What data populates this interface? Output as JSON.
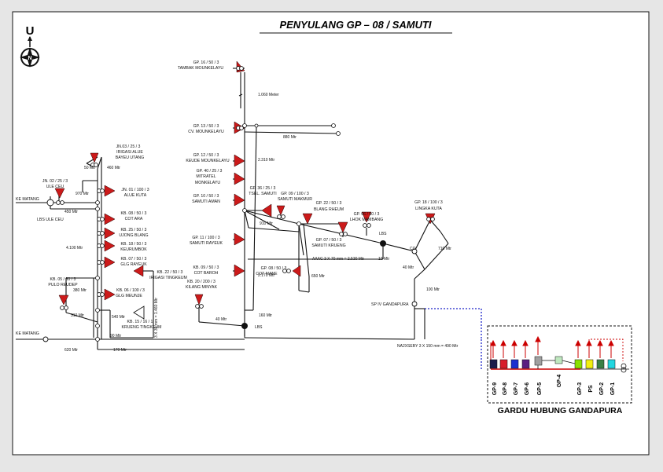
{
  "title": "PENYULANG GP – 08 / SAMUTI",
  "compass": {
    "letter": "U",
    "inner_letter": "N"
  },
  "feeder_labels": [
    {
      "id": "tambak",
      "line1": "GP. 16 / 50 / 3",
      "line2": "TAMBAK MOUNKELAYU"
    },
    {
      "id": "cv",
      "line1": "GP. 13 / 50 / 3",
      "line2": "CV. MOUNKELAYU"
    },
    {
      "id": "keude",
      "line1": "GP. 12 / 50 / 3",
      "line2": "KEUDE MOUNKELAYU"
    },
    {
      "id": "mitratel",
      "line1": "GP. 40 / 25 / 3",
      "line2": "MITRATEL",
      "line3": "MONKELAYU"
    },
    {
      "id": "samuti_aman",
      "line1": "GP. 10 / 50 / 3",
      "line2": "SAMUTI AMAN"
    },
    {
      "id": "samuti_rayeuk",
      "line1": "GP. 11 / 100 / 3",
      "line2": "SAMUTI RAYEUK"
    },
    {
      "id": "cot_baroh",
      "line1": "KB. 09 / 50 / 3",
      "line2": "COT BAROH"
    },
    {
      "id": "kilang",
      "line1": "KB. 20 / 200 / 3",
      "line2": "KILANG MINYAK"
    },
    {
      "id": "tsel",
      "line1": "GP. 36 / 25 / 3",
      "line2": "TSEL. SAMUTI"
    },
    {
      "id": "makmur",
      "line1": "GP. 09 / 100 / 3",
      "line2": "SAMUTI MAKMUR"
    },
    {
      "id": "blang_rheum",
      "line1": "GP. 22 / 50 / 3",
      "line2": "BLANG RHEUM"
    },
    {
      "id": "lhok",
      "line1": "GP. 06 / 50 / 3",
      "line2": "LHOK MAMBANG"
    },
    {
      "id": "krueng",
      "line1": "GP. 07 / 50 / 3",
      "line2": "SAMUTI KRUENG"
    },
    {
      "id": "cot_mane",
      "line1": "GP. 08 / 50 / 3",
      "line2": "COT MANE"
    },
    {
      "id": "lingka",
      "line1": "GP. 18 / 100 / 3",
      "line2": "LINGKA KUTA"
    },
    {
      "id": "irigasi",
      "line1": "JN.03 / 25 / 3",
      "line2": "IRIGASI ALUE",
      "line3": "BAYEU UTANG"
    },
    {
      "id": "ule_ceu",
      "line1": "JN. 02 / 25 / 3",
      "line2": "ULE CEU"
    },
    {
      "id": "alue_kuta",
      "line1": "JN. 01 / 100 / 3",
      "line2": "ALUE KUTA"
    },
    {
      "id": "cot_ara",
      "line1": "KB. 08 / 50 / 3",
      "line2": "COT ARA"
    },
    {
      "id": "ujong_blang",
      "line1": "KB. 25 / 50 / 3",
      "line2": "UJONG BLANG"
    },
    {
      "id": "keurumbok",
      "line1": "KB. 18 / 50 / 3",
      "line2": "KEURUMBOK"
    },
    {
      "id": "glg_rayeuk",
      "line1": "KB. 07 / 50 / 3",
      "line2": "GLG RAYEUK"
    },
    {
      "id": "pulo",
      "line1": "KB. 05 / 50 / 3",
      "line2": "PULO REUDEP"
    },
    {
      "id": "glg_meunje",
      "line1": "KB. 06 / 100 / 3",
      "line2": "GLG MEUNJE"
    },
    {
      "id": "irigasi_ting",
      "line1": "KB. 22 / 50 / 3",
      "line2": "IRIGASI TINGKEUM"
    },
    {
      "id": "krueng_ting",
      "line1": "KB. 15 / 16 / 1",
      "line2": "KRUENG TINGKEUM"
    }
  ],
  "distances": {
    "d1060": "1.060 Meter",
    "d880": "880 Mtr",
    "d2310": "2.310 Mtr",
    "d910": "910 Mtr",
    "d2170": "2.170 Mtr",
    "d650": "650 Mtr",
    "d160": "160 Mtr",
    "d40": "40 Mtr",
    "d10": "10 Mtr",
    "d710": "710 Mtr",
    "d40b": "40 Mtr",
    "d100": "100 Mtr",
    "d50": "50 Mtr",
    "d460": "460 Mtr",
    "d970": "970 Mtr",
    "d450": "450 Mtr",
    "d4100": "4.100 Mtr",
    "d380": "380 Mtr",
    "d310": "310 Mtr",
    "d540": "540 Mtr",
    "d90": "90 Mtr",
    "d620": "620 Mtr",
    "d170": "170 Mtr"
  },
  "annotations": {
    "aaac": "AAAC 3 X 70 mm = 2.530 Mtr",
    "na2xseby": "NA2XSEBY 3 X 150 mm = 490 Mtr",
    "vertical_cable": "3 X 35 mm = 1.460 Mtr",
    "lbs1": "LBS",
    "lbs2": "LBS",
    "lbs_ule": "LBS ULE CEU",
    "co": "CO",
    "sp_iv": "SP IV GANDAPURA",
    "ke_matang_top": "KE MATANG",
    "ke_matang_bottom": "KE MATANG"
  },
  "substation": {
    "title": "GARDU HUBUNG GANDAPURA",
    "cells": [
      {
        "label": "GP-9",
        "color": "#1c1c4a"
      },
      {
        "label": "GP-8",
        "color": "#d81c2a"
      },
      {
        "label": "GP-7",
        "color": "#1c2fd0"
      },
      {
        "label": "GP-6",
        "color": "#5a1e80"
      },
      {
        "label": "GP-5",
        "color": "#a0a0a0"
      },
      {
        "label": "GP-4",
        "color": "#bfe8bf"
      },
      {
        "label": "GP-3",
        "color": "#8ae000"
      },
      {
        "label": "PS",
        "color": "#f2ef10"
      },
      {
        "label": "GP-2",
        "color": "#3a7f45"
      },
      {
        "label": "GP-1",
        "color": "#22d6e0"
      }
    ]
  },
  "colors": {
    "transformer": "#cc1a1a",
    "frame": "#111111",
    "cable_link": "#1a22c8"
  }
}
